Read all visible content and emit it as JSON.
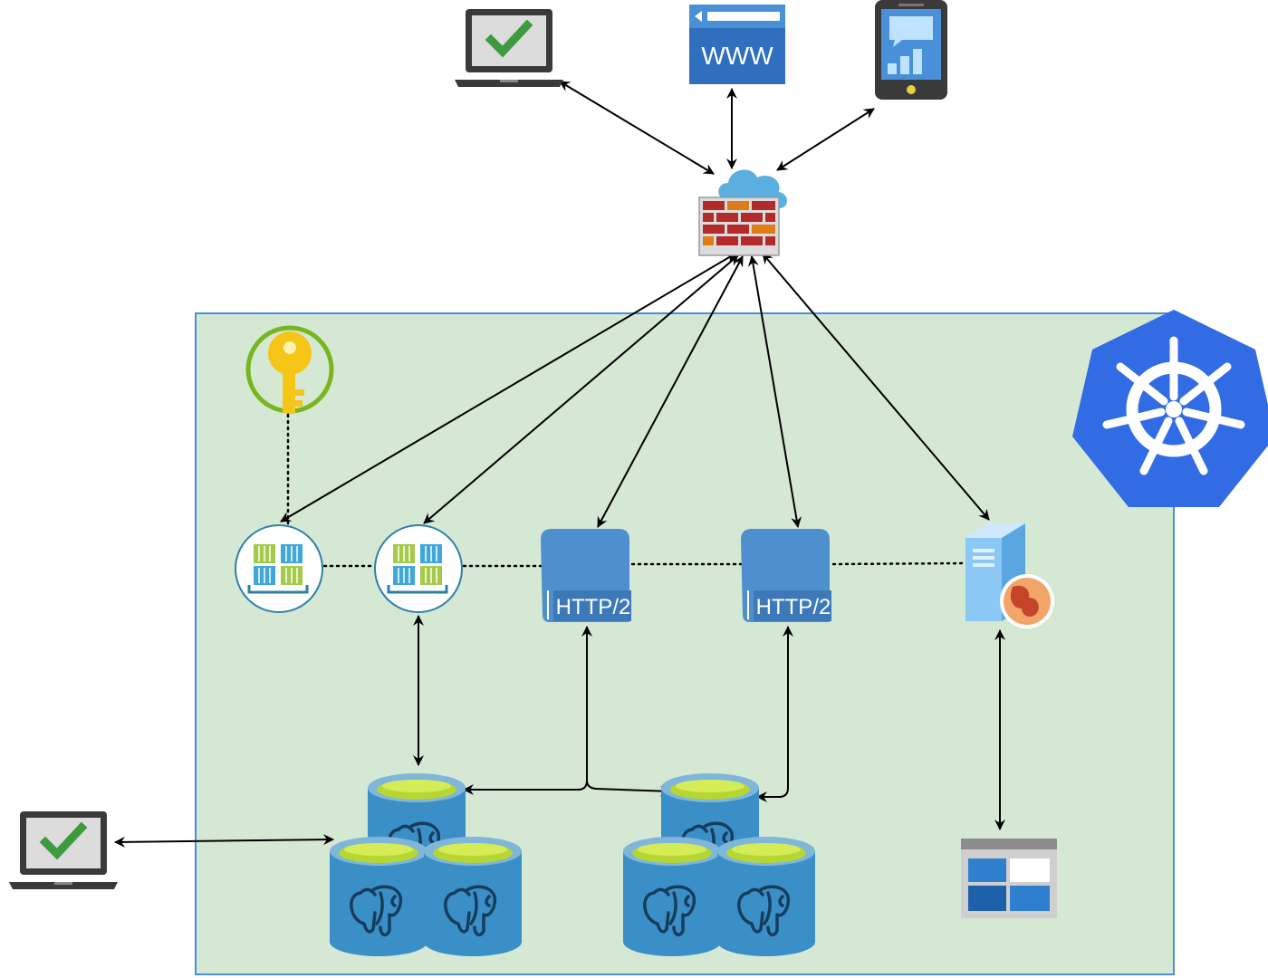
{
  "colors": {
    "cluster_fill": "#d5e8d4",
    "cluster_border": "#4a90d9",
    "kubernetes_blue": "#326ce5",
    "edge": "#000000",
    "firewall_brick": "#b22a2a",
    "cloud": "#5aaee0",
    "db_body": "#3b8fc7",
    "db_top": "#b6d633",
    "ingress_blue": "#4f8fce",
    "check_green": "#3f9a3f"
  },
  "clients": {
    "www_label": "WWW"
  },
  "gateways": [
    {
      "label": "HTTP/2"
    },
    {
      "label": "HTTP/2"
    }
  ],
  "icons": [
    "laptop-icon",
    "web-browser-icon",
    "mobile-phone-icon",
    "cloud-firewall-icon",
    "kubernetes-logo-icon",
    "key-vault-icon",
    "container-registry-icon",
    "http2-gateway-icon",
    "web-server-icon",
    "postgresql-database-icon",
    "dashboard-icon"
  ]
}
